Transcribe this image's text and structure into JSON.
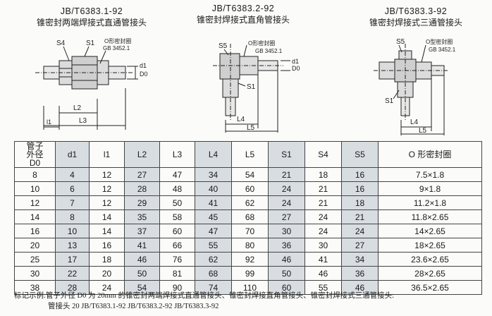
{
  "figures": [
    {
      "standard": "JB/T6383.1-92",
      "name": "锥密封两端焊接式直通管接头",
      "labels": {
        "s4": "S4",
        "s1": "S1",
        "oring": "O形密封圈",
        "gb": "GB 3452.1",
        "d0": "D0",
        "d1": "d1",
        "l1": "l1",
        "l2": "L2",
        "l3": "L3"
      }
    },
    {
      "standard": "JB/T6383.2-92",
      "name": "锥密封焊接式直角管接头",
      "labels": {
        "s5": "S5",
        "oring": "O形密封圈",
        "gb": "GB 3452.1",
        "d0": "D0",
        "d1": "d1",
        "s1": "S1",
        "l4": "L4",
        "l5": "L5"
      }
    },
    {
      "standard": "JB/T6383.3-92",
      "name": "锥密封焊接式三通管接头",
      "labels": {
        "s5": "S5",
        "oring": "O型密封圈",
        "gb": "GB 3452.1",
        "s1": "S1",
        "l4": "L4",
        "l5": "L5"
      }
    }
  ],
  "table": {
    "headers": [
      "管子\n外径\nD0",
      "d1",
      "l1",
      "L2",
      "L3",
      "L4",
      "L5",
      "S1",
      "S4",
      "S5",
      "O 形密封圈"
    ],
    "rows": [
      [
        "8",
        "4",
        "12",
        "27",
        "47",
        "34",
        "54",
        "21",
        "18",
        "16",
        "7.5×1.8"
      ],
      [
        "10",
        "6",
        "12",
        "28",
        "48",
        "40",
        "60",
        "24",
        "21",
        "16",
        "9×1.8"
      ],
      [
        "12",
        "7",
        "12",
        "29",
        "50",
        "41",
        "62",
        "24",
        "21",
        "18",
        "11.2×1.8"
      ],
      [
        "14",
        "8",
        "14",
        "35",
        "58",
        "45",
        "68",
        "27",
        "24",
        "21",
        "11.8×2.65"
      ],
      [
        "16",
        "10",
        "14",
        "37",
        "60",
        "47",
        "70",
        "30",
        "24",
        "24",
        "14×2.65"
      ],
      [
        "20",
        "13",
        "16",
        "41",
        "66",
        "55",
        "80",
        "36",
        "30",
        "27",
        "18×2.65"
      ],
      [
        "25",
        "17",
        "18",
        "46",
        "76",
        "62",
        "92",
        "46",
        "41",
        "34",
        "23.6×2.65"
      ],
      [
        "30",
        "22",
        "20",
        "50",
        "81",
        "68",
        "99",
        "50",
        "46",
        "36",
        "28×2.65"
      ],
      [
        "38",
        "28",
        "24",
        "54",
        "90",
        "74",
        "110",
        "60",
        "55",
        "46",
        "36.5×2.65"
      ]
    ]
  },
  "note": {
    "line1": "标记示例:管子外径 D0 为 20mm 的锥密封两端焊接式直通管接头、锥密封焊接直角管接头、锥密封焊接式三通管接头:",
    "line2": "管接头 20 JB/T6383.1-92  JB/T6383.2-92  JB/T6383.3-92"
  }
}
